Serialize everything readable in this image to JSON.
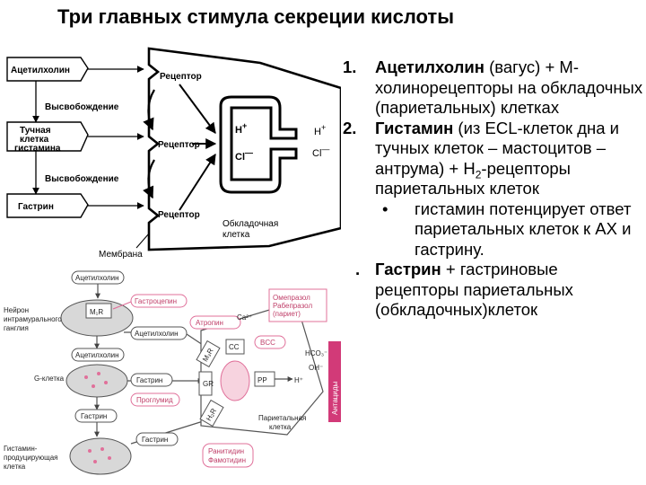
{
  "title": "Три главных стимула секреции кислоты",
  "top_diagram": {
    "acetylcholine": "Ацетилхолин",
    "release": "Высвобождение",
    "mast_cell_line1": "Тучная",
    "mast_cell_line2": "клетка",
    "mast_cell_line3": "гистамина",
    "gastrin": "Гастрин",
    "receptor": "Рецептор",
    "h_plus": "H",
    "cl_minus": "Cl",
    "h_out": "H",
    "cl_out": "Cl",
    "parietal_line1": "Обкладочная",
    "parietal_line2": "клетка",
    "membrane": "Мембрана"
  },
  "bottom_diagram": {
    "ach_top": "Ацетилхолин",
    "m1r": "M₁R",
    "gastrocepin": "Гастроцепин",
    "neuron_line1": "Нейрон",
    "neuron_line2": "интрамурального",
    "neuron_line3": "ганглия",
    "ach_mid": "Ацетилхолин",
    "atropine": "Атропин",
    "ach_lower": "Ацетилхолин",
    "ca": "Ca²⁺",
    "m3r": "M₃R",
    "cc": "CC",
    "bcc": "BCC",
    "omeprazole_line1": "Омепразол",
    "omeprazole_line2": "Рабепразол",
    "omeprazole_line3": "(париет)",
    "g_cell": "G-клетка",
    "gastrin_a": "Гастрин",
    "gr": "GR",
    "pp": "PP",
    "hco3": "HCO₃⁻",
    "oh": "OH⁻",
    "h_plus": "H⁺",
    "antacids": "Антациды",
    "proglumide": "Проглумид",
    "gastrin_b": "Гастрин",
    "h2r": "H₂R",
    "parietal_line1": "Париетальная",
    "parietal_line2": "клетка",
    "gastrin_c": "Гастрин",
    "histamine_producing_line1": "Гистамин-",
    "histamine_producing_line2": "продуцирующая",
    "histamine_producing_line3": "клетка",
    "ranitidine_line1": "Ранитидин",
    "ranitidine_line2": "Фамотидин"
  },
  "text": {
    "item1_num": "1.",
    "item1_bold": "Ацетилхолин",
    "item1_rest": " (вагус) + М-холинорецепторы на обкладочных (париетальных) клетках",
    "item2_num": "2.",
    "item2_bold": "Гистамин",
    "item2_rest_a": " (из ECL-клеток дна и тучных клеток – мастоцитов – антрума) + H",
    "item2_sub": "2",
    "item2_rest_b": "-рецепторы париетальных клеток",
    "bullet": "•",
    "bullet_text": "гистамин потенцирует ответ париетальных клеток к АХ и гастрину.",
    "item3_num": ".",
    "item3_bold": "Гастрин",
    "item3_rest": " + гастриновые рецепторы париетальных (обкладочных)клеток"
  },
  "colors": {
    "pink": "#e0709a",
    "pink_fill": "#f7d3df",
    "antacid_bar": "#d23a78",
    "gray_fill": "#d8d8d8"
  }
}
